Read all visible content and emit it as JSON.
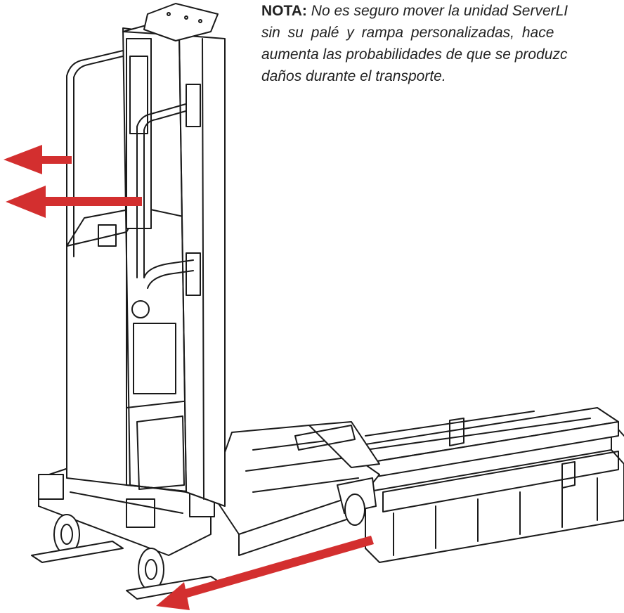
{
  "note": {
    "label": "NOTA:",
    "line1": "No es seguro mover la unidad ServerLI",
    "line2": "sin su palé y rampa personalizadas, hace",
    "line3": "aumenta las probabilidades de que se produzc",
    "line4": "daños durante el transporte."
  },
  "colors": {
    "arrow": "#d32f2f",
    "line": "#1a1a1a",
    "paper": "#ffffff"
  }
}
